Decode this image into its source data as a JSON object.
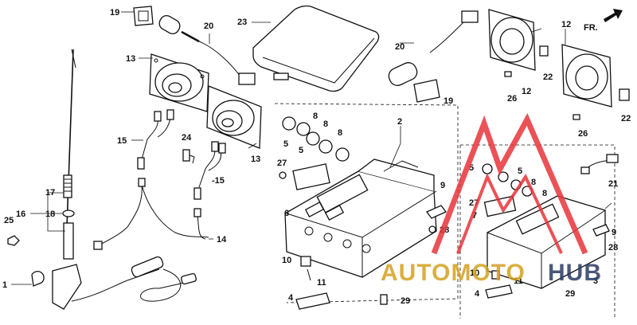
{
  "direction_marker": "FR.",
  "labels": {
    "p1": "1",
    "p2": "2",
    "p3": "3",
    "p4a": "4",
    "p4b": "4",
    "p5a": "5",
    "p5b": "5",
    "p5c": "5",
    "p5d": "5",
    "p6": "6",
    "p7": "7",
    "p8a": "8",
    "p8b": "8",
    "p8c": "8",
    "p8d": "8",
    "p8e": "8",
    "p9a": "9",
    "p9b": "9",
    "p10a": "10",
    "p10b": "10",
    "p11a": "11",
    "p11b": "11",
    "p12a": "12",
    "p12b": "12",
    "p13a": "13",
    "p13b": "13",
    "p14": "14",
    "p15a": "15",
    "p15b": "-15",
    "p16": "16",
    "p17": "17",
    "p18": "18",
    "p19a": "19",
    "p19b": "19",
    "p20a": "20",
    "p20b": "20",
    "p21": "21",
    "p22a": "22",
    "p22b": "22",
    "p23": "23",
    "p24": "24",
    "p25": "25",
    "p26a": "26",
    "p26b": "26",
    "p27a": "27",
    "p27b": "27",
    "p28a": "28",
    "p28b": "28",
    "p29a": "29",
    "p29b": "29"
  },
  "watermark": {
    "brand_part1": "AUTOMOTO",
    "brand_part2": "HUB",
    "accent_color": "#e8343a",
    "gold_color": "#d4a21f",
    "navy_color": "#2b3b63"
  }
}
